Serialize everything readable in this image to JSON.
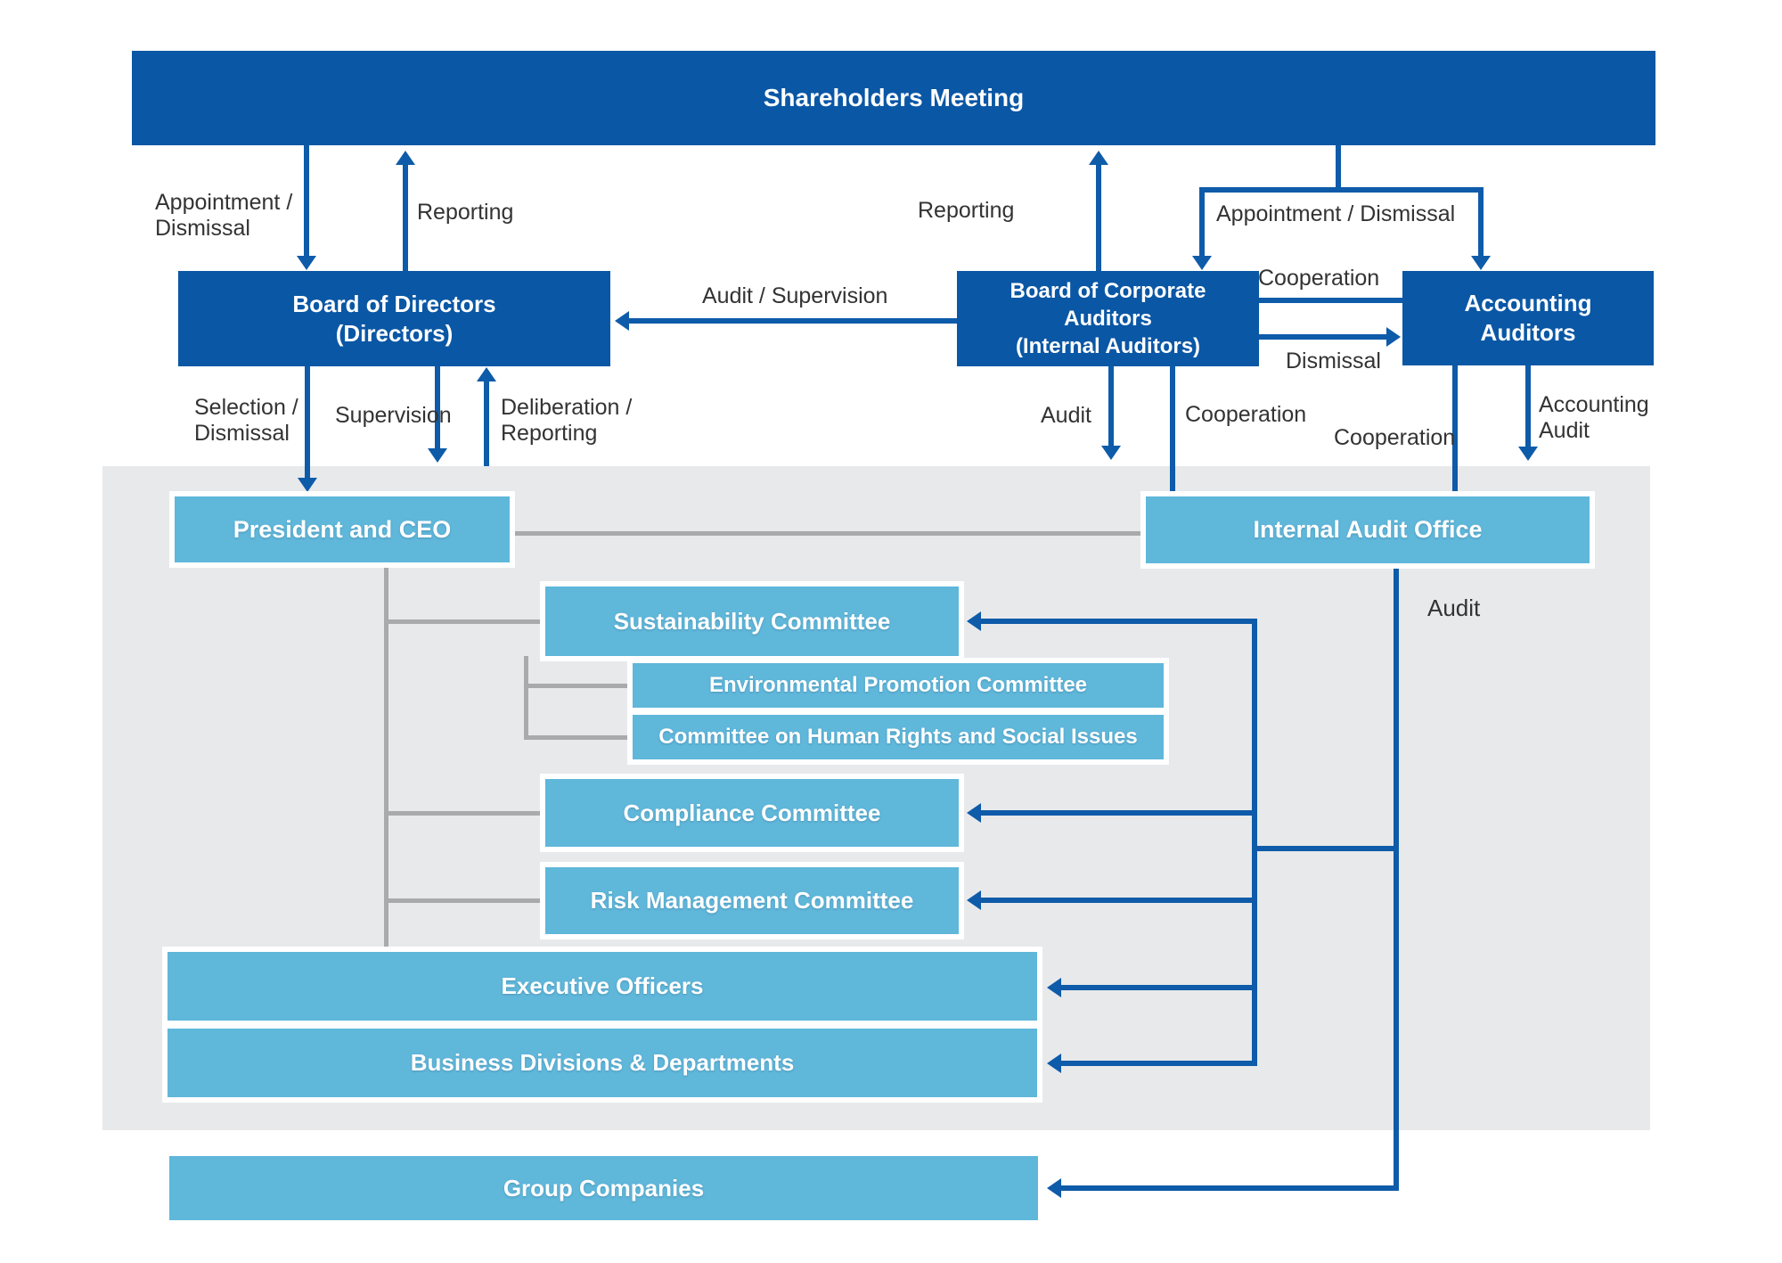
{
  "nodes": {
    "shareholders_meeting": "Shareholders Meeting",
    "board_of_directors_line1": "Board of Directors",
    "board_of_directors_line2": "(Directors)",
    "board_of_corporate_auditors_line1": "Board of Corporate",
    "board_of_corporate_auditors_line2": "Auditors",
    "board_of_corporate_auditors_line3": "(Internal Auditors)",
    "accounting_auditors_line1": "Accounting",
    "accounting_auditors_line2": "Auditors",
    "president_and_ceo": "President and CEO",
    "internal_audit_office": "Internal Audit Office",
    "sustainability_committee": "Sustainability Committee",
    "environmental_promotion_committee": "Environmental Promotion Committee",
    "human_rights_social_issues_committee": "Committee on Human Rights and Social Issues",
    "compliance_committee": "Compliance Committee",
    "risk_management_committee": "Risk Management Committee",
    "executive_officers": "Executive Officers",
    "business_divisions_departments": "Business Divisions & Departments",
    "group_companies": "Group Companies"
  },
  "edge_labels": {
    "appointment_dismissal_left_line1": "Appointment /",
    "appointment_dismissal_left_line2": "Dismissal",
    "reporting_directors": "Reporting",
    "audit_supervision": "Audit / Supervision",
    "reporting_auditors": "Reporting",
    "appointment_dismissal_right": "Appointment / Dismissal",
    "cooperation_top": "Cooperation",
    "dismissal": "Dismissal",
    "selection_dismissal_line1": "Selection /",
    "selection_dismissal_line2": "Dismissal",
    "supervision": "Supervision",
    "deliberation_reporting_line1": "Deliberation /",
    "deliberation_reporting_line2": "Reporting",
    "audit_corporate_auditors": "Audit",
    "cooperation_internal_audit": "Cooperation",
    "cooperation_accounting": "Cooperation",
    "accounting_audit_line1": "Accounting",
    "accounting_audit_line2": "Audit",
    "audit_internal_audit_office": "Audit"
  },
  "colors": {
    "dark_blue": "#0a57a5",
    "light_blue": "#5fb7da",
    "arrow_blue": "#0e5ba9",
    "panel_gray": "#e8e9eb",
    "connector_gray": "#a9aaac",
    "label_text": "#333333",
    "box_text": "#ffffff"
  }
}
